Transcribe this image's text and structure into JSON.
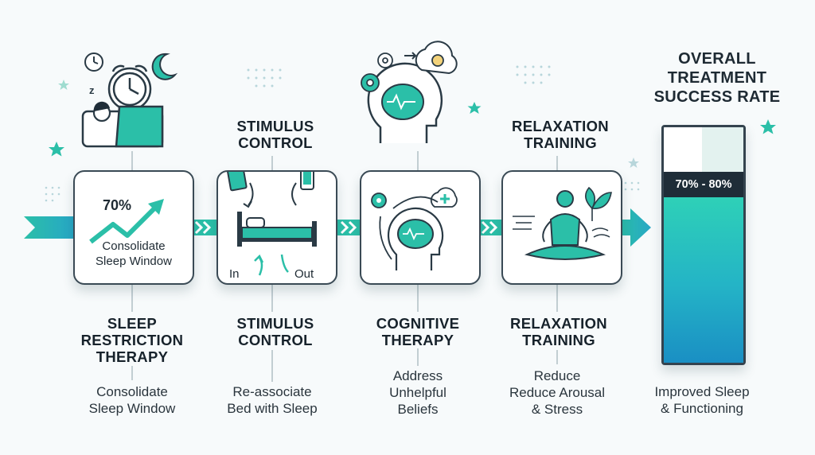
{
  "colors": {
    "teal": "#2bbfa8",
    "teal_light": "#bfeee4",
    "dark": "#1f2d38",
    "blue": "#1a8fc4"
  },
  "steps": [
    {
      "heading": [
        "SLEEP",
        "RESTRICTION",
        "THERAPY"
      ],
      "box_value": "70%",
      "box_caption": [
        "Consolidate",
        "Sleep Window"
      ],
      "description": [
        "Consolidate",
        "Sleep Window"
      ],
      "icons": [
        "alarm-clock-icon",
        "sleeping-person-icon",
        "moon-icon",
        "trend-arrow-icon"
      ]
    },
    {
      "heading_top": [
        "STIMULUS",
        "CONTROL"
      ],
      "heading": [
        "STIMULUS",
        "CONTROL"
      ],
      "box_in": "In",
      "box_out": "Out",
      "description": [
        "Re-associate",
        "Bed with Sleep"
      ],
      "icons": [
        "book-icon",
        "phone-icon",
        "bed-icon"
      ]
    },
    {
      "heading": [
        "COGNITIVE",
        "THERAPY"
      ],
      "description": [
        "Address",
        "Unhelpful",
        "Beliefs"
      ],
      "icons": [
        "head-brain-icon",
        "gear-icon",
        "lightbulb-icon"
      ]
    },
    {
      "heading_top": [
        "RELAXATION",
        "TRAINING"
      ],
      "heading": [
        "RELAXATION",
        "TRAINING"
      ],
      "description": [
        "Reduce",
        "Reduce Arousal",
        "& Stress"
      ],
      "icons": [
        "meditation-icon",
        "leaf-icon",
        "wind-icon"
      ]
    }
  ],
  "success": {
    "title": [
      "OVERALL",
      "TREATMENT",
      "SUCCESS RATE"
    ],
    "range_label": "70% - 80%",
    "fill_fraction": 0.75,
    "description": [
      "Improved Sleep",
      "& Functioning"
    ]
  }
}
